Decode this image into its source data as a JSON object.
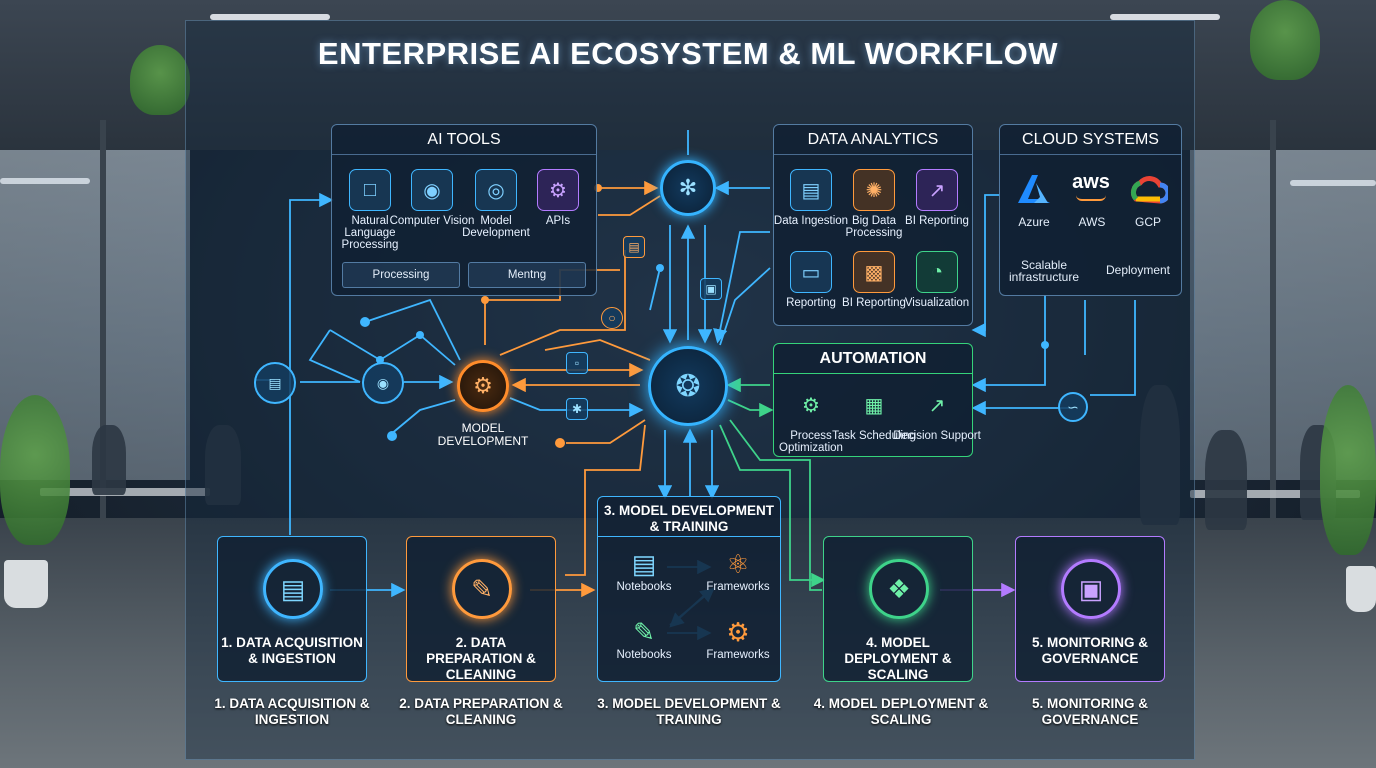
{
  "title": "ENTERPRISE AI ECOSYSTEM & ML WORKFLOW",
  "ai_tools": {
    "heading": "AI TOOLS",
    "items": [
      {
        "label": "Natural Language Processing",
        "icon": "chat-bubble-icon"
      },
      {
        "label": "Computer Vision",
        "icon": "eye-icon"
      },
      {
        "label": "Model Development",
        "icon": "globe-network-icon"
      },
      {
        "label": "APIs",
        "icon": "gear-icon"
      }
    ],
    "chips": [
      "Processing",
      "Mentng"
    ]
  },
  "data_analytics": {
    "heading": "DATA ANALYTICS",
    "items": [
      {
        "label": "Data Ingestion",
        "icon": "database-icon"
      },
      {
        "label": "Big Data Processing",
        "icon": "network-nodes-icon"
      },
      {
        "label": "BI Reporting",
        "icon": "line-chart-icon"
      },
      {
        "label": "Reporting",
        "icon": "monitor-chart-icon"
      },
      {
        "label": "BI Reporting",
        "icon": "bar-chart-icon"
      },
      {
        "label": "Visualization",
        "icon": "pie-chart-icon"
      }
    ]
  },
  "cloud_systems": {
    "heading": "CLOUD SYSTEMS",
    "providers": [
      {
        "label": "Azure",
        "icon": "azure-logo-icon"
      },
      {
        "label": "AWS",
        "icon": "aws-logo-icon",
        "logo_text": "aws"
      },
      {
        "label": "GCP",
        "icon": "gcp-logo-icon"
      }
    ],
    "notes": [
      "Scalable infrastructure",
      "Deployment"
    ]
  },
  "automation": {
    "heading": "AUTOMATION",
    "items": [
      {
        "label": "Process Optimization",
        "icon": "gear-play-icon"
      },
      {
        "label": "Task Scheduling",
        "icon": "calendar-icon"
      },
      {
        "label": "Decision Support",
        "icon": "growth-chart-icon"
      }
    ]
  },
  "model_node": {
    "label": "MODEL DEVELOPMENT"
  },
  "stages": [
    {
      "label": "1. DATA ACQUISITION & INGESTION",
      "icon": "database-icon"
    },
    {
      "label": "2. DATA PREPARATION & CLEANING",
      "icon": "database-edit-icon"
    },
    {
      "label": "3. MODEL DEVELOPMENT & TRAINING"
    },
    {
      "label": "4. MODEL DEPLOYMENT & SCALING",
      "icon": "cube-gear-icon"
    },
    {
      "label": "5. MONITORING & GOVERNANCE",
      "icon": "monitor-search-icon"
    }
  ],
  "stage3_items": [
    "Notebooks",
    "Frameworks",
    "Notebooks",
    "Frameworks"
  ],
  "captions": [
    "1. DATA ACQUISITION & INGESTION",
    "2. DATA PREPARATION & CLEANING",
    "3. MODEL DEVELOPMENT & TRAINING",
    "4. MODEL DEPLOYMENT & SCALING",
    "5. MONITORING & GOVERNANCE"
  ],
  "colors": {
    "blue": "#3fb6ff",
    "orange": "#ff9a3c",
    "green": "#3ed38a",
    "purple": "#b37bff"
  }
}
